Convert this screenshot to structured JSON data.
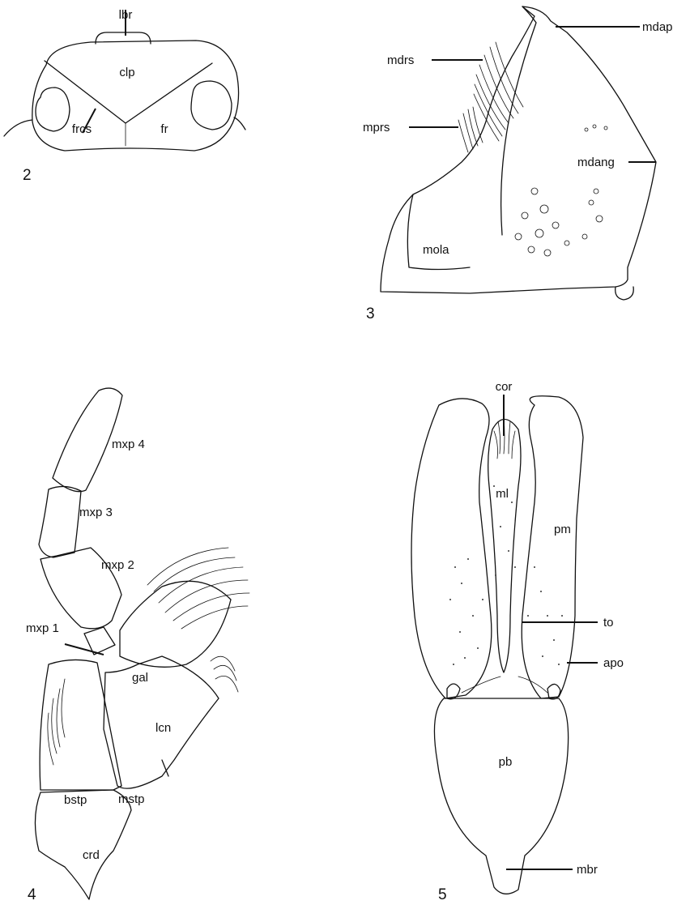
{
  "figures": [
    {
      "number": "2",
      "labels": {
        "lbr": "lbr",
        "clp": "clp",
        "frcs": "frcs",
        "fr": "fr"
      }
    },
    {
      "number": "3",
      "labels": {
        "mdapx": "mdapx",
        "mdrs": "mdrs",
        "mprs": "mprs",
        "mdang": "mdang",
        "mola": "mola"
      }
    },
    {
      "number": "4",
      "labels": {
        "mxp4": "mxp 4",
        "mxp3": "mxp 3",
        "mxp2": "mxp 2",
        "mxp1": "mxp 1",
        "gal": "gal",
        "lcn": "lcn",
        "bstp": "bstp",
        "mstp": "mstp",
        "crd": "crd"
      }
    },
    {
      "number": "5",
      "labels": {
        "cor": "cor",
        "ml": "ml",
        "pm": "pm",
        "to": "to",
        "apo": "apo",
        "pb": "pb",
        "mbr": "mbr"
      }
    }
  ]
}
